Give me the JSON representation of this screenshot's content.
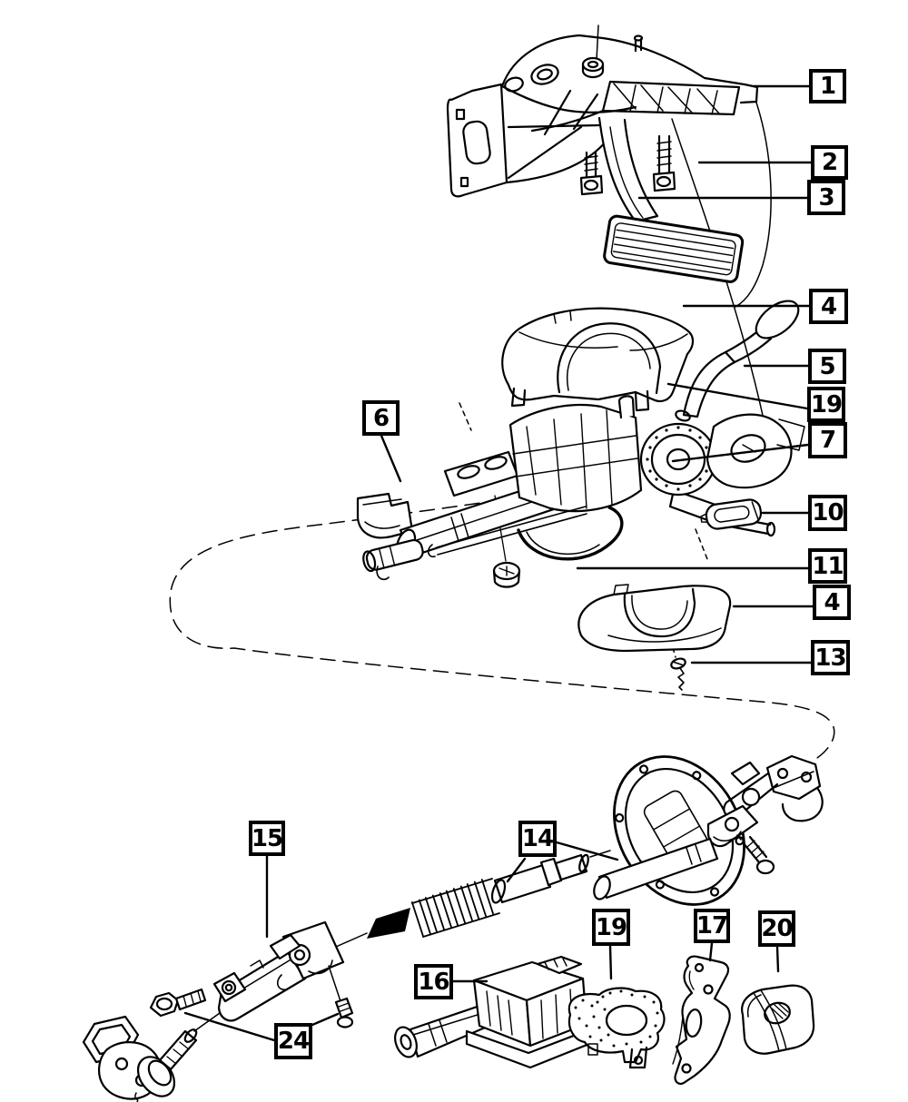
{
  "diagram": {
    "type": "exploded-parts-line-drawing",
    "colors": {
      "ink": "#000000",
      "background": "#ffffff"
    }
  },
  "callouts": [
    {
      "id": "1",
      "label": "1"
    },
    {
      "id": "2",
      "label": "2"
    },
    {
      "id": "3",
      "label": "3"
    },
    {
      "id": "4-upper",
      "label": "4"
    },
    {
      "id": "5",
      "label": "5"
    },
    {
      "id": "19-upper",
      "label": "19"
    },
    {
      "id": "7",
      "label": "7"
    },
    {
      "id": "10",
      "label": "10"
    },
    {
      "id": "11",
      "label": "11"
    },
    {
      "id": "4-lower",
      "label": "4"
    },
    {
      "id": "13",
      "label": "13"
    },
    {
      "id": "6",
      "label": "6"
    },
    {
      "id": "15",
      "label": "15"
    },
    {
      "id": "14",
      "label": "14"
    },
    {
      "id": "24",
      "label": "24"
    },
    {
      "id": "16",
      "label": "16"
    },
    {
      "id": "19-lower",
      "label": "19"
    },
    {
      "id": "17",
      "label": "17"
    },
    {
      "id": "20",
      "label": "20"
    }
  ]
}
